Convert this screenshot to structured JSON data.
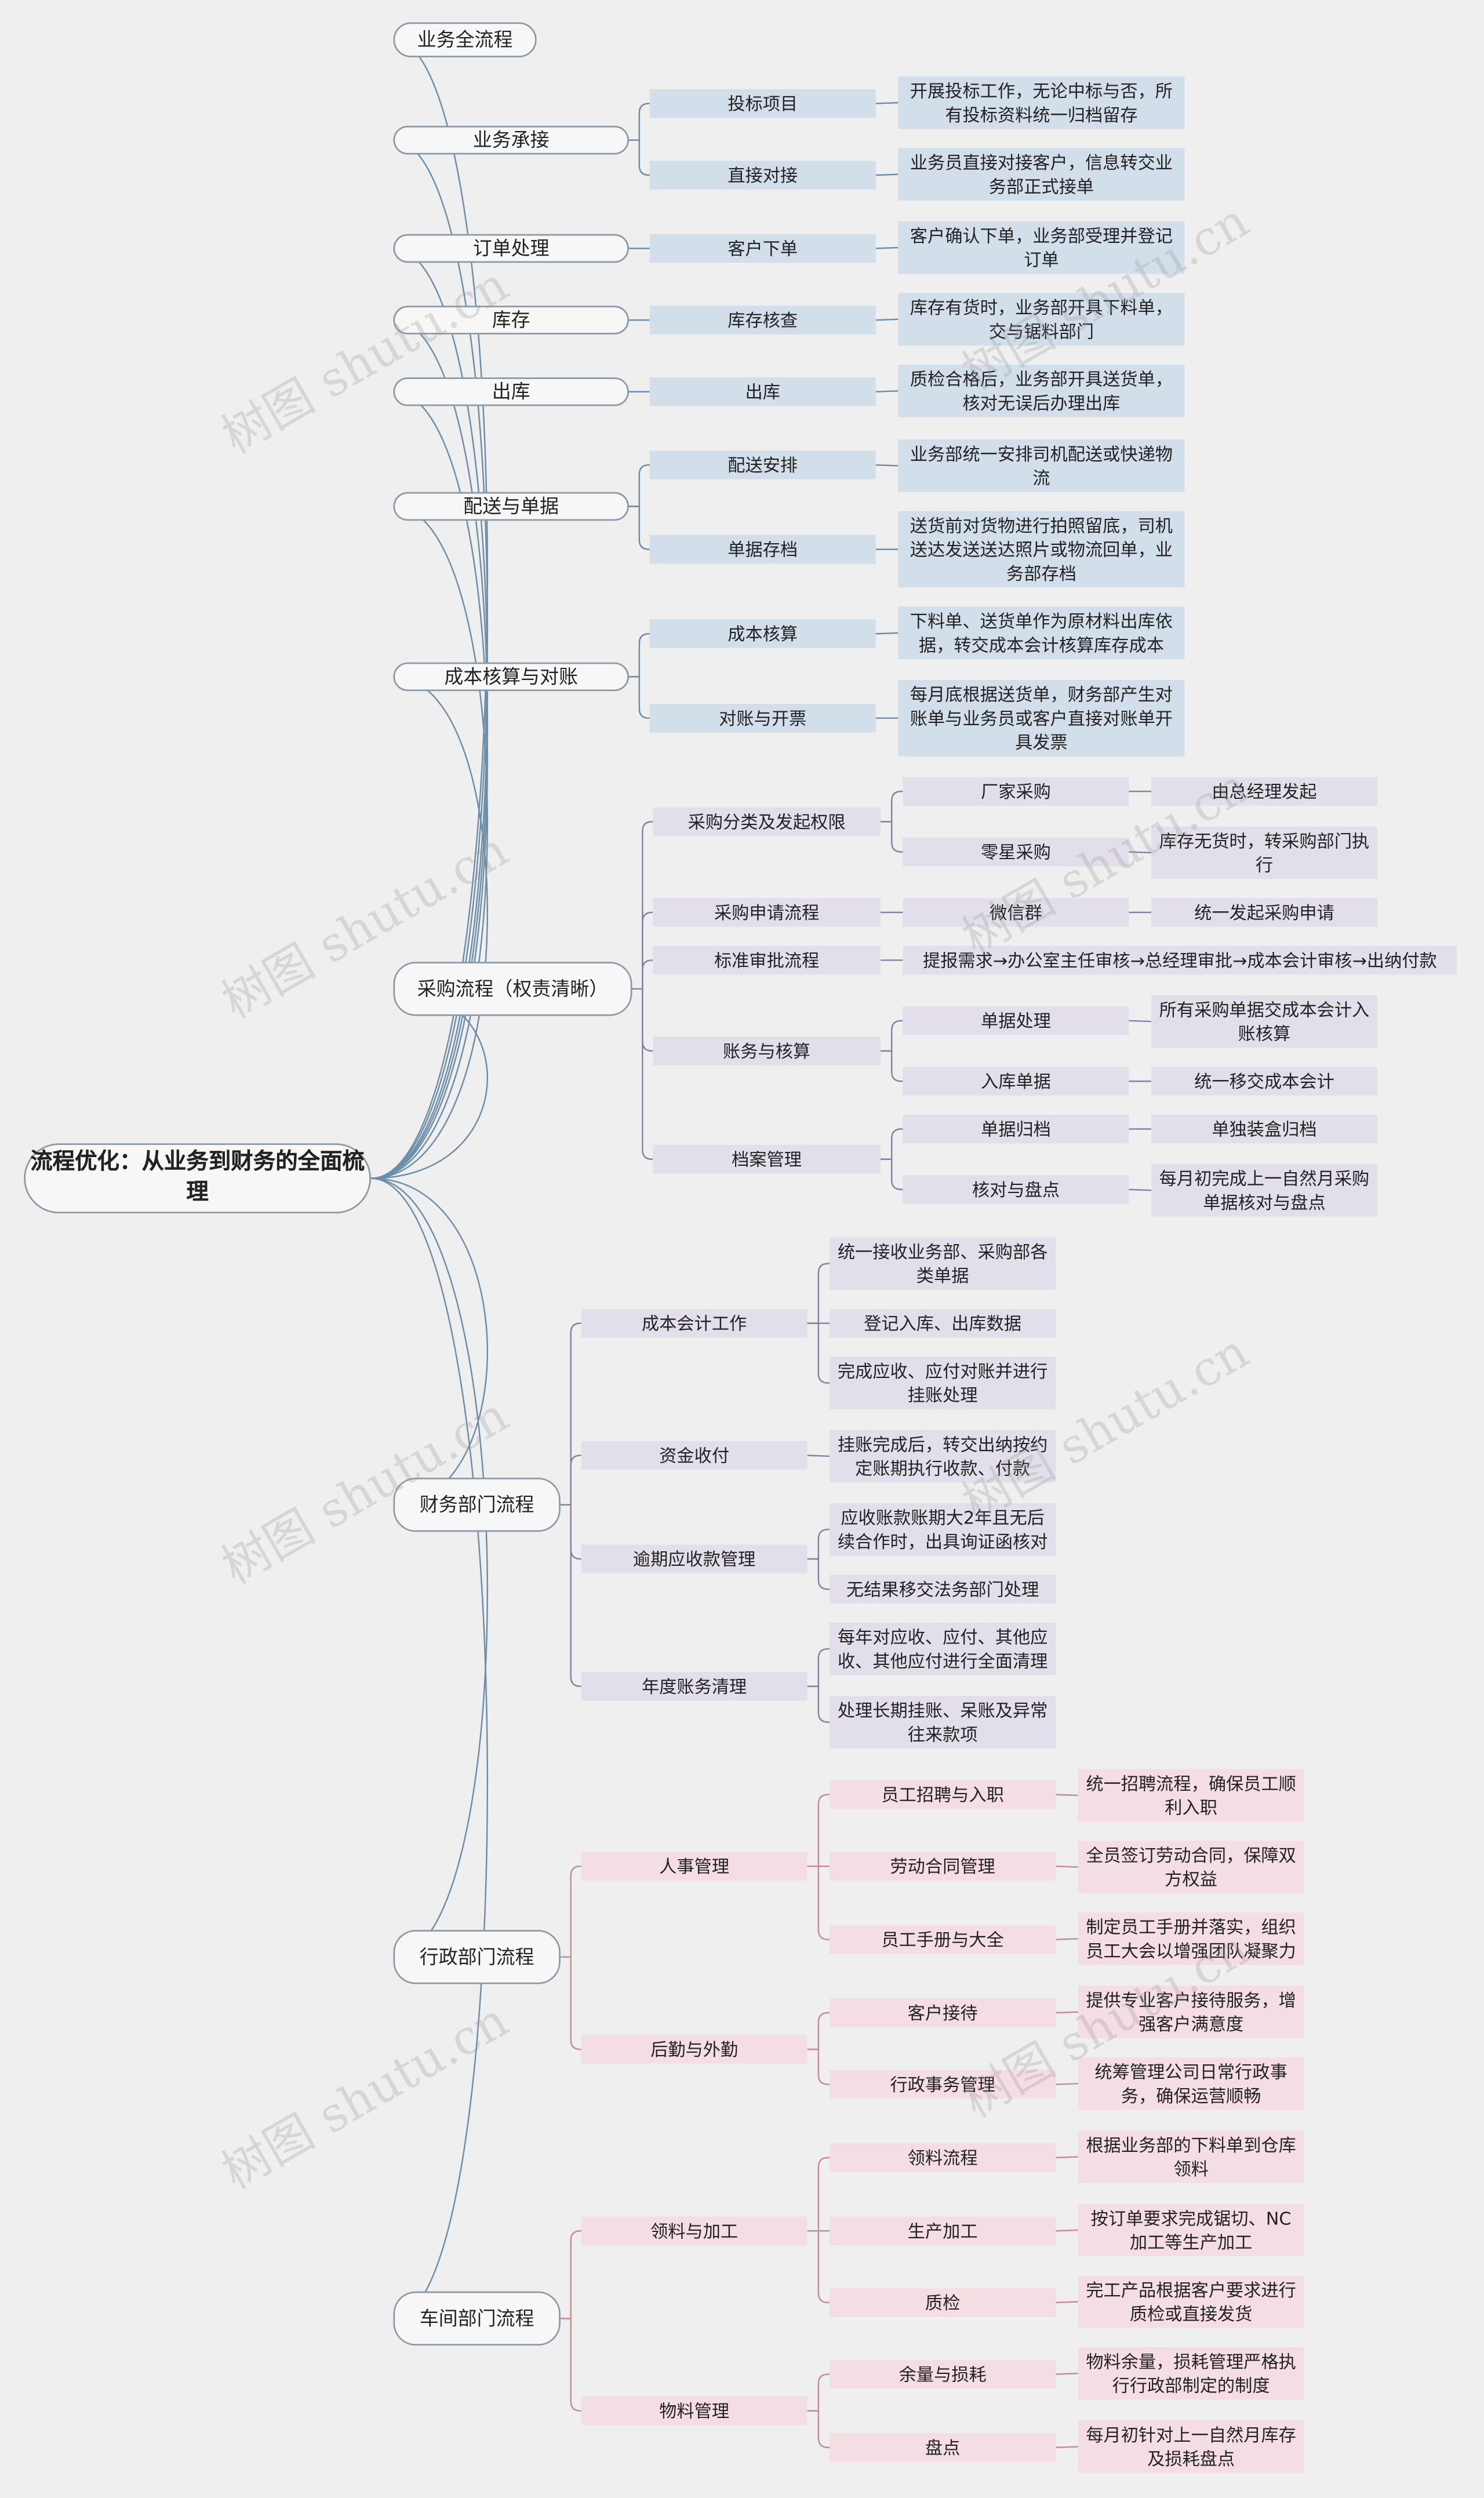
{
  "root": {
    "title": "流程优化：从业务到财务的全面梳理"
  },
  "watermark": "树图 shutu.cn",
  "colors": {
    "line_blue": "#6d8ea8",
    "line_purple": "#8a7fa6",
    "line_pink": "#c98a9a",
    "blue": "#d2dfea",
    "purple": "#e2dfea",
    "pink": "#f5dde4"
  },
  "branches": [
    {
      "id": "b0",
      "label": "业务全流程"
    },
    {
      "id": "b1",
      "label": "业务承接",
      "children": [
        {
          "label": "投标项目",
          "children": [
            {
              "label": "开展投标工作，无论中标与否，所有投标资料统一归档留存"
            }
          ]
        },
        {
          "label": "直接对接",
          "children": [
            {
              "label": "业务员直接对接客户，信息转交业务部正式接单"
            }
          ]
        }
      ]
    },
    {
      "id": "b2",
      "label": "订单处理",
      "children": [
        {
          "label": "客户下单",
          "children": [
            {
              "label": "客户确认下单，业务部受理并登记订单"
            }
          ]
        }
      ]
    },
    {
      "id": "b3",
      "label": "库存",
      "children": [
        {
          "label": "库存核查",
          "children": [
            {
              "label": "库存有货时，业务部开具下料单，交与锯料部门"
            }
          ]
        }
      ]
    },
    {
      "id": "b4",
      "label": "出库",
      "children": [
        {
          "label": "出库",
          "children": [
            {
              "label": "质检合格后，业务部开具送货单，核对无误后办理出库"
            }
          ]
        }
      ]
    },
    {
      "id": "b5",
      "label": "配送与单据",
      "children": [
        {
          "label": "配送安排",
          "children": [
            {
              "label": "业务部统一安排司机配送或快递物流"
            }
          ]
        },
        {
          "label": "单据存档",
          "children": [
            {
              "label": "送货前对货物进行拍照留底，司机送达发送送达照片或物流回单，业务部存档"
            }
          ]
        }
      ]
    },
    {
      "id": "b6",
      "label": "成本核算与对账",
      "children": [
        {
          "label": "成本核算",
          "children": [
            {
              "label": "下料单、送货单作为原材料出库依据，转交成本会计核算库存成本"
            }
          ]
        },
        {
          "label": "对账与开票",
          "children": [
            {
              "label": "每月底根据送货单，财务部产生对账单与业务员或客户直接对账单开具发票"
            }
          ]
        }
      ]
    },
    {
      "id": "b7",
      "label": "采购流程（权责清晰）",
      "children": [
        {
          "label": "采购分类及发起权限",
          "children": [
            {
              "label": "厂家采购",
              "children": [
                {
                  "label": "由总经理发起"
                }
              ]
            },
            {
              "label": "零星采购",
              "children": [
                {
                  "label": "库存无货时，转采购部门执行"
                }
              ]
            }
          ]
        },
        {
          "label": "采购申请流程",
          "children": [
            {
              "label": "微信群",
              "children": [
                {
                  "label": "统一发起采购申请"
                }
              ]
            }
          ]
        },
        {
          "label": "标准审批流程",
          "children": [
            {
              "label": "提报需求→办公室主任审核→总经理审批→成本会计审核→出纳付款"
            }
          ]
        },
        {
          "label": "账务与核算",
          "children": [
            {
              "label": "单据处理",
              "children": [
                {
                  "label": "所有采购单据交成本会计入账核算"
                }
              ]
            },
            {
              "label": "入库单据",
              "children": [
                {
                  "label": "统一移交成本会计"
                }
              ]
            }
          ]
        },
        {
          "label": "档案管理",
          "children": [
            {
              "label": "单据归档",
              "children": [
                {
                  "label": "单独装盒归档"
                }
              ]
            },
            {
              "label": "核对与盘点",
              "children": [
                {
                  "label": "每月初完成上一自然月采购单据核对与盘点"
                }
              ]
            }
          ]
        }
      ]
    },
    {
      "id": "b8",
      "label": "财务部门流程",
      "children": [
        {
          "label": "成本会计工作",
          "children": [
            {
              "label": "统一接收业务部、采购部各类单据"
            },
            {
              "label": "登记入库、出库数据"
            },
            {
              "label": "完成应收、应付对账并进行挂账处理"
            }
          ]
        },
        {
          "label": "资金收付",
          "children": [
            {
              "label": "挂账完成后，转交出纳按约定账期执行收款、付款"
            }
          ]
        },
        {
          "label": "逾期应收款管理",
          "children": [
            {
              "label": "应收账款账期大2年且无后续合作时，出具询证函核对"
            },
            {
              "label": "无结果移交法务部门处理"
            }
          ]
        },
        {
          "label": "年度账务清理",
          "children": [
            {
              "label": "每年对应收、应付、其他应收、其他应付进行全面清理"
            },
            {
              "label": "处理长期挂账、呆账及异常往来款项"
            }
          ]
        }
      ]
    },
    {
      "id": "b9",
      "label": "行政部门流程",
      "children": [
        {
          "label": "人事管理",
          "children": [
            {
              "label": "员工招聘与入职",
              "children": [
                {
                  "label": "统一招聘流程，确保员工顺利入职"
                }
              ]
            },
            {
              "label": "劳动合同管理",
              "children": [
                {
                  "label": "全员签订劳动合同，保障双方权益"
                }
              ]
            },
            {
              "label": "员工手册与大全",
              "children": [
                {
                  "label": "制定员工手册并落实，组织员工大会以增强团队凝聚力"
                }
              ]
            }
          ]
        },
        {
          "label": "后勤与外勤",
          "children": [
            {
              "label": "客户接待",
              "children": [
                {
                  "label": "提供专业客户接待服务，增强客户满意度"
                }
              ]
            },
            {
              "label": "行政事务管理",
              "children": [
                {
                  "label": "统筹管理公司日常行政事务，确保运营顺畅"
                }
              ]
            }
          ]
        }
      ]
    },
    {
      "id": "b10",
      "label": "车间部门流程",
      "children": [
        {
          "label": "领料与加工",
          "children": [
            {
              "label": "领料流程",
              "children": [
                {
                  "label": "根据业务部的下料单到仓库领料"
                }
              ]
            },
            {
              "label": "生产加工",
              "children": [
                {
                  "label": "按订单要求完成锯切、NC加工等生产加工"
                }
              ]
            },
            {
              "label": "质检",
              "children": [
                {
                  "label": "完工产品根据客户要求进行质检或直接发货"
                }
              ]
            }
          ]
        },
        {
          "label": "物料管理",
          "children": [
            {
              "label": "余量与损耗",
              "children": [
                {
                  "label": "物料余量，损耗管理严格执行行政部制定的制度"
                }
              ]
            },
            {
              "label": "盘点",
              "children": [
                {
                  "label": "每月初针对上一自然月库存及损耗盘点"
                }
              ]
            }
          ]
        }
      ]
    }
  ]
}
